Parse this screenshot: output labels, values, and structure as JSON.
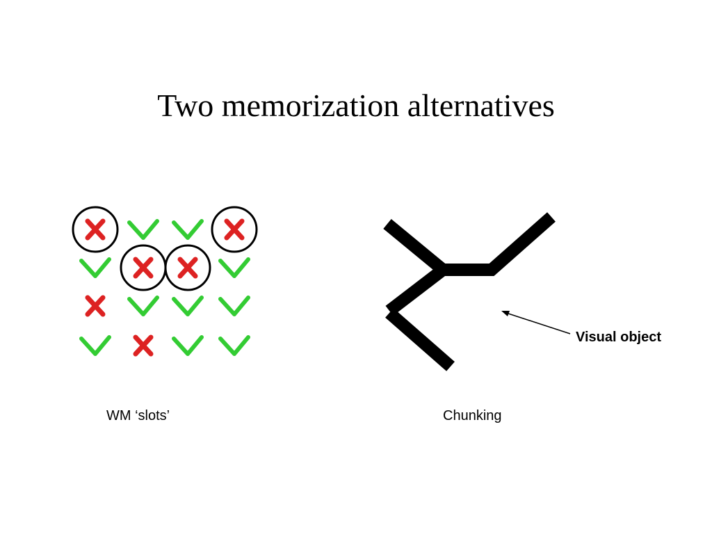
{
  "slide": {
    "title": "Two memorization alternatives"
  },
  "grid": {
    "rows": [
      [
        "cross",
        "check",
        "check",
        "cross"
      ],
      [
        "check",
        "cross",
        "cross",
        "check"
      ],
      [
        "cross",
        "check",
        "check",
        "check"
      ],
      [
        "check",
        "cross",
        "check",
        "check"
      ]
    ],
    "circled": [
      [
        0,
        0
      ],
      [
        0,
        3
      ],
      [
        1,
        1
      ],
      [
        1,
        2
      ]
    ],
    "caption": "WM ‘slots’"
  },
  "chunk": {
    "callout": "Visual object",
    "caption": "Chunking"
  },
  "colors": {
    "check": "#33cc33",
    "cross": "#dd2222",
    "circle": "#000000",
    "shape": "#000000"
  }
}
